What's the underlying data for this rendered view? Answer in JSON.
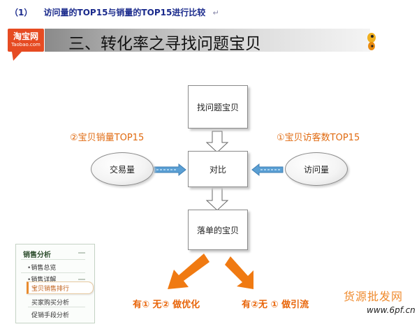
{
  "heading": {
    "number": "（1）",
    "text": "访问量的TOP15与销量的TOP15进行比较",
    "mark": "↵"
  },
  "logo": {
    "line1": "淘宝网",
    "line2": "Taobao.com"
  },
  "banner": {
    "title": "三、转化率之寻找问题宝贝"
  },
  "diagram": {
    "top_box": "找问题宝贝",
    "center_box": "对比",
    "bottom_box": "落单的宝贝",
    "left_ellipse": "交易量",
    "right_ellipse": "访问量",
    "left_label": "②宝贝销量TOP15",
    "right_label": "①宝贝访客数TOP15"
  },
  "results": {
    "left": "有①  无②  做优化",
    "right": "有②无  ①  做引流"
  },
  "nav": {
    "title": "销售分析",
    "items": [
      "销售总览",
      "销售详解",
      "宝贝销售排行",
      "买家购买分析",
      "促销手段分析"
    ],
    "selected_index": 2
  },
  "watermark": {
    "text": "货源批发网",
    "url": "www.6pf.cn"
  },
  "colors": {
    "accent": "#e8650a",
    "banner_dark": "#8a8a8a",
    "logo": "#e64b22",
    "arrow_blue": "#5a9fd4"
  }
}
